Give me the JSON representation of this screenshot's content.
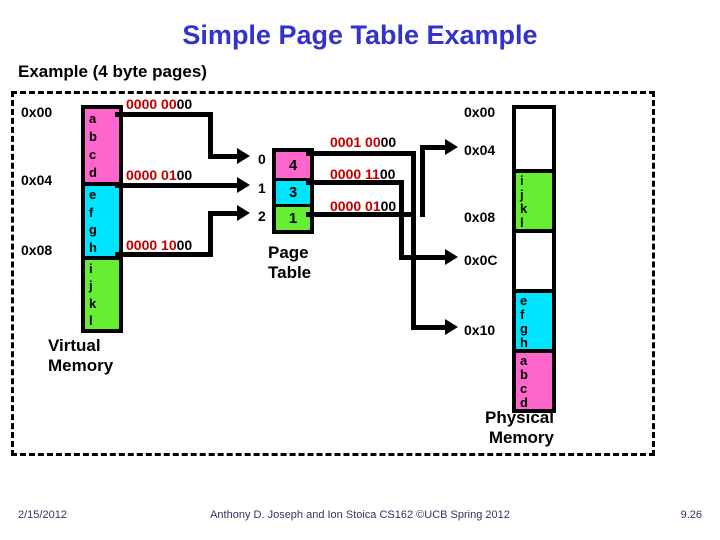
{
  "slide": {
    "title": "Simple Page Table Example",
    "subtitle": "Example (4 byte pages)"
  },
  "virtual_memory": {
    "caption_line1": "Virtual",
    "caption_line2": "Memory",
    "addresses": [
      "0x00",
      "0x04",
      "0x08"
    ],
    "blocks": [
      {
        "color": "#FF66CC",
        "cells": [
          "a",
          "b",
          "c",
          "d"
        ]
      },
      {
        "color": "#00E5FF",
        "cells": [
          "e",
          "f",
          "g",
          "h"
        ]
      },
      {
        "color": "#66EE33",
        "cells": [
          "i",
          "j",
          "k",
          "l"
        ]
      }
    ],
    "binary_labels": [
      {
        "high": "0000 00",
        "low": "00"
      },
      {
        "high": "0000 01",
        "low": "00"
      },
      {
        "high": "0000 10",
        "low": "00"
      }
    ]
  },
  "page_table": {
    "caption_line1": "Page",
    "caption_line2": "Table",
    "indices": [
      "0",
      "1",
      "2"
    ],
    "entries": [
      {
        "value": "4",
        "color": "#FF66CC"
      },
      {
        "value": "3",
        "color": "#00E5FF"
      },
      {
        "value": "1",
        "color": "#66EE33"
      }
    ],
    "binary_labels": [
      {
        "high": "0001 00",
        "low": "00"
      },
      {
        "high": "0000 11",
        "low": "00"
      },
      {
        "high": "0000 01",
        "low": "00"
      }
    ]
  },
  "physical_memory": {
    "caption_line1": "Physical",
    "caption_line2": "Memory",
    "addresses": [
      "0x00",
      "0x04",
      "0x08",
      "0x0C",
      "0x10"
    ],
    "blocks": [
      {
        "color": "#FFFFFF",
        "cells": []
      },
      {
        "color": "#66EE33",
        "cells": [
          "i",
          "j",
          "k",
          "l"
        ]
      },
      {
        "color": "#FFFFFF",
        "cells": []
      },
      {
        "color": "#00E5FF",
        "cells": [
          "e",
          "f",
          "g",
          "h"
        ]
      },
      {
        "color": "#FF66CC",
        "cells": [
          "a",
          "b",
          "c",
          "d"
        ]
      }
    ]
  },
  "footer": {
    "date": "2/15/2012",
    "center": "Anthony D. Joseph and Ion Stoica CS162 ©UCB Spring 2012",
    "page": "9.26"
  },
  "colors": {
    "title": "#3333CC",
    "binary_high": "#C00000",
    "pink": "#FF66CC",
    "cyan": "#00E5FF",
    "green": "#66EE33",
    "footer": "#333366"
  }
}
